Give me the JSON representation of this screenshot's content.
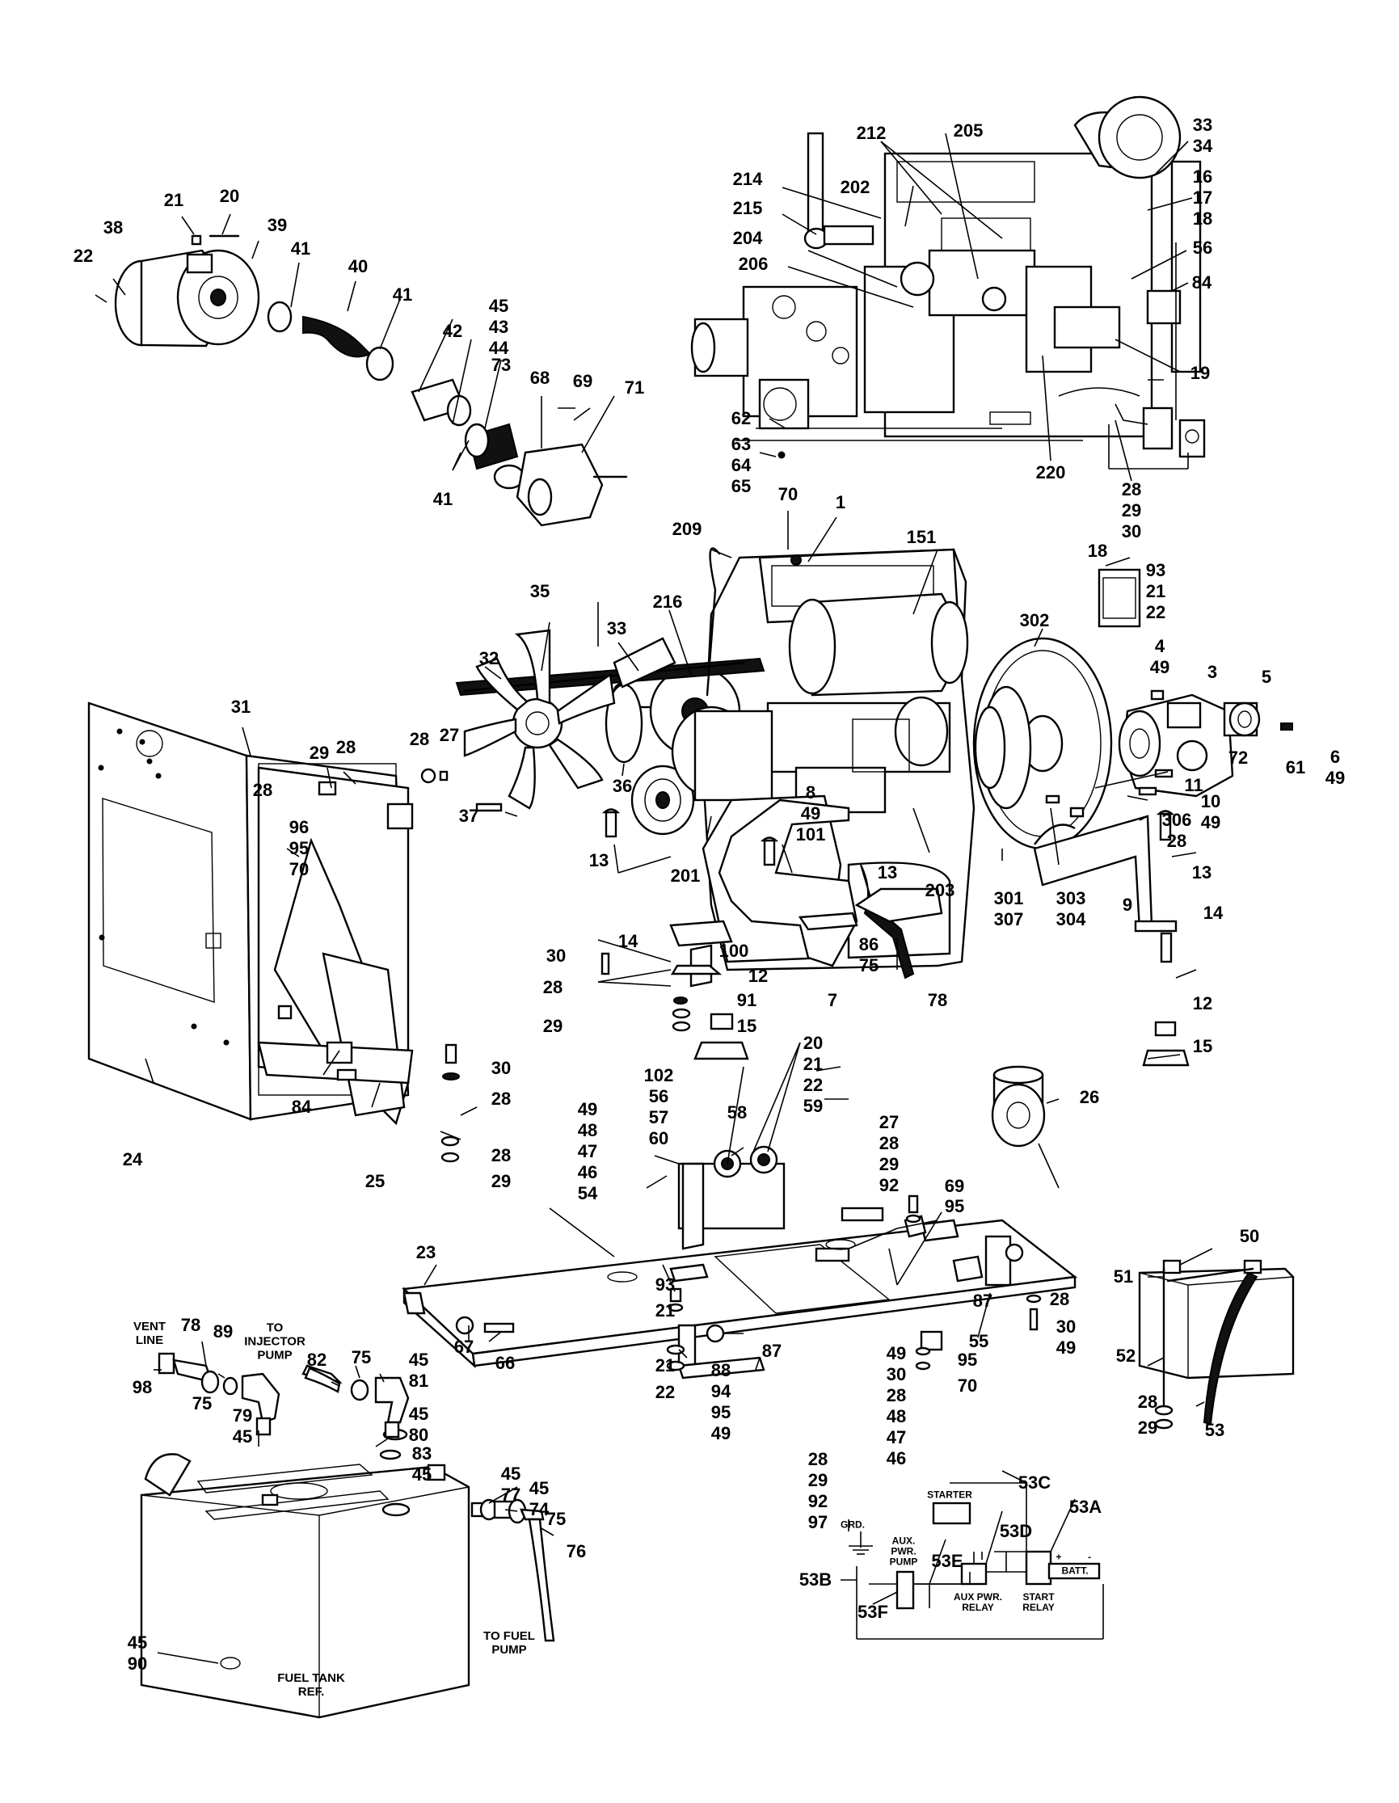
{
  "diagram": {
    "callouts": {
      "c1": "1",
      "c3": "3",
      "c4_49": "4\n49",
      "c5": "5",
      "c6_49": "6\n49",
      "c7": "7",
      "c8_49_101": "8\n49\n101",
      "c9": "9",
      "c10_49": "10\n49",
      "c11": "11",
      "c12a": "12",
      "c12b": "12",
      "c13a": "13",
      "c13b": "13",
      "c13c": "13",
      "c14a": "14",
      "c14b": "14",
      "c15a": "15",
      "c15b": "15",
      "c16_17_18": "16\n17\n18",
      "c18": "18",
      "c19": "19",
      "c20_21_22_59": "20\n21\n22\n59",
      "c20": "20",
      "c21a": "21",
      "c21b": "21",
      "c22a": "22",
      "c22b": "22",
      "c23": "23",
      "c24": "24",
      "c25": "25",
      "c26": "26",
      "c27a": "27",
      "c27_28_29_92": "27\n28\n29\n92",
      "c28a": "28",
      "c28b": "28",
      "c28c": "28",
      "c28d": "28",
      "c28e": "28",
      "c28_29_30": "28\n29\n30",
      "c28_29_92_97": "28\n29\n92\n97",
      "c28f": "28",
      "c29a": "29",
      "c29b": "29",
      "c29c": "29",
      "c29d": "29",
      "c30a": "30",
      "c30b": "30",
      "c30_49": "30\n49",
      "c31": "31",
      "c32": "32",
      "c33a": "33",
      "c33_34": "33\n34",
      "c35": "35",
      "c36": "36",
      "c37": "37",
      "c38": "38",
      "c39": "39",
      "c40": "40",
      "c41a": "41",
      "c41b": "41",
      "c41c": "41",
      "c42": "42",
      "c45_43_44": "45\n43\n44",
      "c45_81": "45\n81",
      "c45_80": "45\n80",
      "c83_45": "83\n45",
      "c79_45": "79\n45",
      "c45_77": "45\n77",
      "c45_74": "45\n74",
      "c45_90": "45\n90",
      "c49_48_47_46_54": "49\n48\n47\n46\n54",
      "c102_56_57_60": "102\n56\n57\n60",
      "c49_30_28_48_47_46": "49\n30\n28\n48\n47\n46",
      "c88_94_95_49": "88\n94\n95\n49",
      "c50": "50",
      "c51": "51",
      "c52": "52",
      "c53": "53",
      "c55": "55",
      "c56": "56",
      "c58": "58",
      "c61": "61",
      "c62": "62",
      "c63_64_65": "63\n64\n65",
      "c66": "66",
      "c67": "67",
      "c68": "68",
      "c69a": "69",
      "c69b": "69",
      "c70a": "70",
      "c70b": "70",
      "c71": "71",
      "c72": "72",
      "c73": "73",
      "c75a": "75",
      "c75b": "75",
      "c75c": "75",
      "c76": "76",
      "c78a": "78",
      "c78b": "78",
      "c82": "82",
      "c84a": "84",
      "c84b": "84",
      "c86_75": "86\n75",
      "c87a": "87",
      "c87b": "87",
      "c89": "89",
      "c91": "91",
      "c93_21_22": "93\n21\n22",
      "c93": "93",
      "c95a": "95",
      "c95b": "95",
      "c96_95_70": "96\n95\n70",
      "c98": "98",
      "c100": "100",
      "c151": "151",
      "c201": "201",
      "c202": "202",
      "c203": "203",
      "c204": "204",
      "c205": "205",
      "c206": "206",
      "c209": "209",
      "c212": "212",
      "c214": "214",
      "c215": "215",
      "c216": "216",
      "c220": "220",
      "c301_307": "301\n307",
      "c302": "302",
      "c303_304": "303\n304",
      "c306_28": "306\n28",
      "c53A": "53A",
      "c53B": "53B",
      "c53C": "53C",
      "c53D": "53D",
      "c53E": "53E",
      "c53F": "53F"
    },
    "notes": {
      "vent_line": "VENT\nLINE",
      "to_injector_pump": "TO\nINJECTOR\nPUMP",
      "to_fuel_pump": "TO FUEL\nPUMP",
      "fuel_tank_ref": "FUEL TANK\nREF.",
      "starter": "STARTER",
      "grd": "GRD.",
      "aux_pwr_pump": "AUX.\nPWR.\nPUMP",
      "aux_pwr_relay": "AUX PWR.\nRELAY",
      "start_relay": "START\nRELAY",
      "batt": "BATT.",
      "plus": "+",
      "minus": "-"
    }
  }
}
